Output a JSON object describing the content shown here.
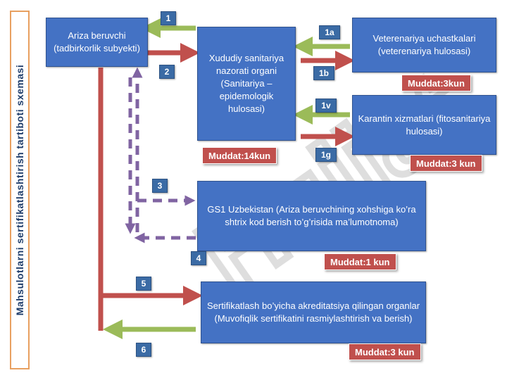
{
  "sidebar": {
    "title": "Mahsulotlarni sertifikatlashtirish tartiboti sxemasi"
  },
  "boxes": {
    "applicant": "Ariza beruvchi (tadbirkorlik subyekti)",
    "sanitary": "Xududiy sanitariya nazorati organi (Sanitariya – epidemologik hulosasi)",
    "veterinary": "Veterenariya uchastkalari (veterenariya hulosasi)",
    "quarantine": "Karantin xizmatlari (fitosanitariya hulosasi)",
    "gs1": "GS1 Uzbekistan (Ariza beruvchining xohshiga ko’ra shtrix kod berish to’g’risida ma’lumotnoma)",
    "certification": "Sertifikatlash bo’yicha akreditatsiya qilingan organlar (Muvofiqlik sertifikatini rasmiylashtirish va berish)"
  },
  "steps": {
    "s1": "1",
    "s2": "2",
    "s3": "3",
    "s4": "4",
    "s5": "5",
    "s6": "6",
    "s1a": "1a",
    "s1b": "1b",
    "s1v": "1v",
    "s1g": "1g"
  },
  "deadlines": {
    "veterinary": "Muddat:3kun",
    "sanitary": "Muddat:14kun",
    "quarantine": "Muddat:3 kun",
    "gs1": "Muddat:1 kun",
    "certification": "Muddat:3 kun"
  },
  "watermark": {
    "text": "Hujjat"
  },
  "colors": {
    "box": "#4472c4",
    "deadline": "#c0504d",
    "arrow_red": "#c0504d",
    "arrow_green": "#9bbb59",
    "arrow_dashed": "#8064a2"
  }
}
